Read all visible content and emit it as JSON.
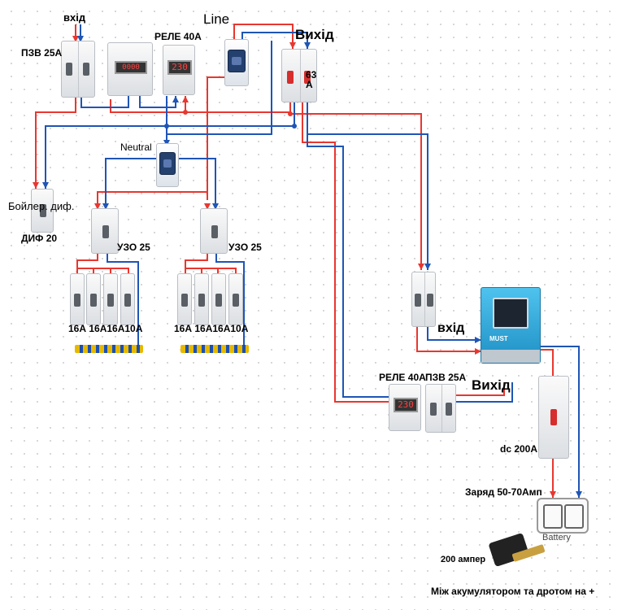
{
  "colors": {
    "live": "#e8372f",
    "neutral": "#1f55b5",
    "inverter": "#2aa5d8",
    "busbar_gold": "#e6b800"
  },
  "labels": {
    "vhid_top": "вхід",
    "pzv_top": "ПЗВ 25А",
    "rele_top": "РЕЛЕ 40А",
    "line": "Line",
    "vyhid_top": "Вихід",
    "breaker_63": "63\nA",
    "neutral": "Neutral",
    "boiler_dif": "Бойлер. диф.",
    "dif20": "ДИФ 20",
    "uzo1": "УЗО 25",
    "uzo2": "УЗО 25",
    "group1_ratings": "16А 16А16А10А",
    "group2_ratings": "16А 16А16А10А",
    "vhid_inverter": "вхід",
    "rele_bottom": "РЕЛЕ 40А",
    "pzv_bottom": "ПЗВ 25А",
    "vyhid_bottom": "Вихід",
    "dc200": "dc 200А",
    "charge": "Заряд 50-70Амп",
    "battery": "Battery",
    "amp200": "200 ампер",
    "footer": "Між акумулятором та дротом на +"
  },
  "device_text": {
    "meter_display": "0000",
    "relay_display": "230",
    "inverter_brand": "MUST"
  }
}
